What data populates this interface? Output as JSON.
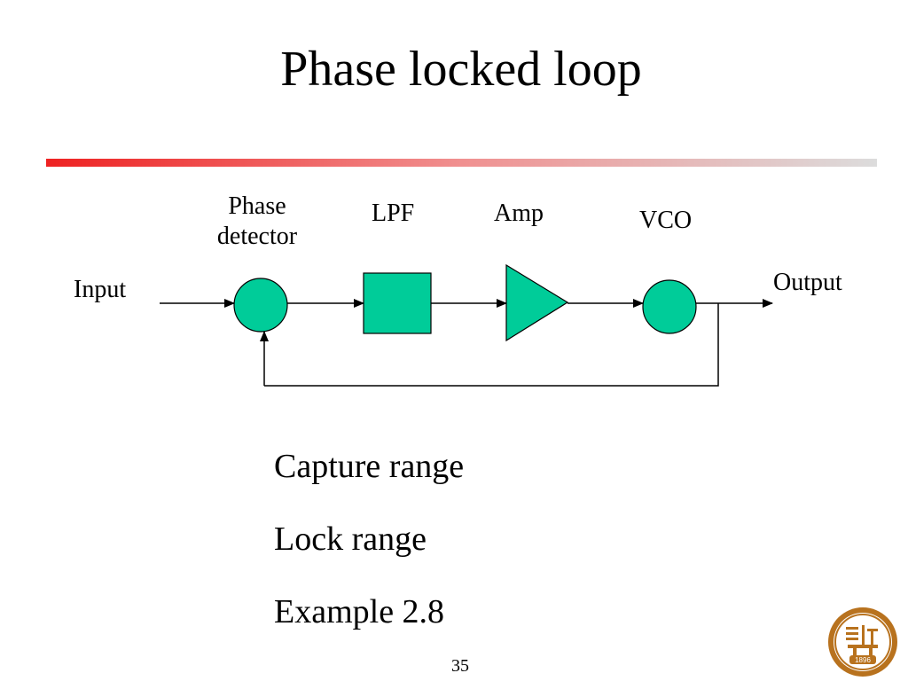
{
  "slide": {
    "title": "Phase locked loop",
    "page_number": "35"
  },
  "diagram": {
    "phase_detector_label": "Phase\ndetector",
    "lpf_label": "LPF",
    "amp_label": "Amp",
    "vco_label": "VCO",
    "input_label": "Input",
    "output_label": "Output",
    "block_fill": "#00cc99"
  },
  "bullets": [
    "Capture range",
    "Lock range",
    "Example 2.8"
  ],
  "colors": {
    "rule_start": "#ee2222",
    "rule_end": "#dcdcdc",
    "logo": "#b8721e"
  },
  "logo": {
    "icon": "university-seal-icon",
    "year": "1896"
  }
}
